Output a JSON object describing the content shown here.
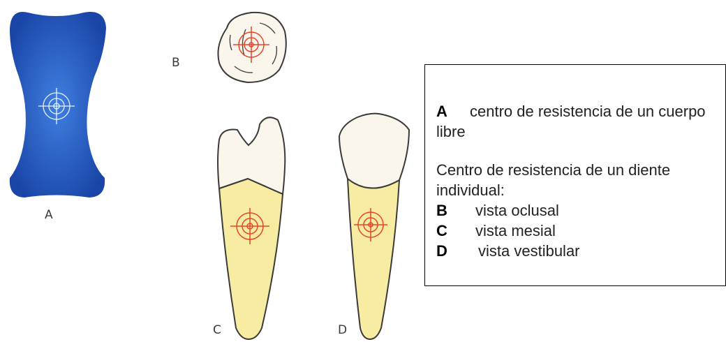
{
  "figure_labels": {
    "a": "A",
    "b": "B",
    "c": "C",
    "d": "D"
  },
  "colors": {
    "body_blue": "#1f4fb0",
    "body_blue_light": "#3b77d8",
    "crown_white": "#faf7ec",
    "root_yellow": "#f8eca3",
    "target_red": "#e8442a",
    "outline": "#3a3a3a"
  },
  "legend": {
    "a_key": "A",
    "a_text": "centro de resistencia de un cuerpo libre",
    "heading": "Centro de resistencia de un diente individual:",
    "items": [
      {
        "key": "B",
        "text": "vista oclusal"
      },
      {
        "key": "C",
        "text": "vista mesial"
      },
      {
        "key": "D",
        "text": "vista vestibular"
      }
    ]
  }
}
